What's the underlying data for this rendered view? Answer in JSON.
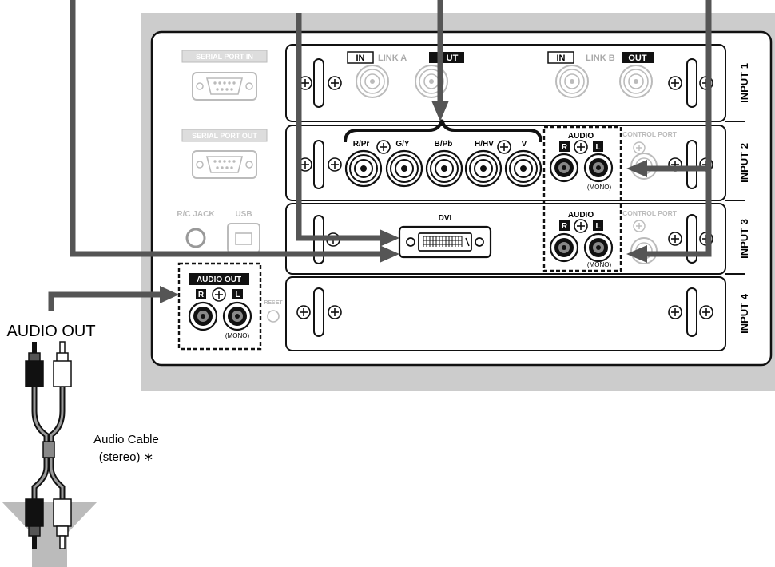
{
  "legacy_ports": {
    "serial_in": "SERIAL PORT IN",
    "serial_out": "SERIAL PORT OUT",
    "rc_jack": "R/C JACK",
    "usb": "USB",
    "reset": "RESET",
    "control_port": "CONTROL PORT"
  },
  "input1": {
    "label": "INPUT 1",
    "link_a": "LINK A",
    "link_b": "LINK B",
    "in_tag": "IN",
    "out_tag": "OUT",
    "out_tag_partial": "UT"
  },
  "input2": {
    "label": "INPUT 2",
    "jacks": [
      "R/Pr",
      "G/Y",
      "B/Pb",
      "H/HV",
      "V"
    ],
    "audio": "AUDIO",
    "r": "R",
    "l": "L",
    "mono": "(MONO)"
  },
  "input3": {
    "label": "INPUT 3",
    "dvi": "DVI",
    "audio": "AUDIO",
    "r": "R",
    "l": "L",
    "mono": "(MONO)"
  },
  "input4": {
    "label": "INPUT 4"
  },
  "audio_out_panel": {
    "title": "AUDIO OUT",
    "r": "R",
    "l": "L",
    "mono": "(MONO)"
  },
  "callouts": {
    "audio_out": "AUDIO OUT",
    "cable_line1": "Audio Cable",
    "cable_line2": "(stereo) ∗"
  },
  "colors": {
    "cable_line": "#555555",
    "panel_backdrop": "#cccccc",
    "outline": "#111111",
    "arrow_fill": "#bbbbbb"
  }
}
